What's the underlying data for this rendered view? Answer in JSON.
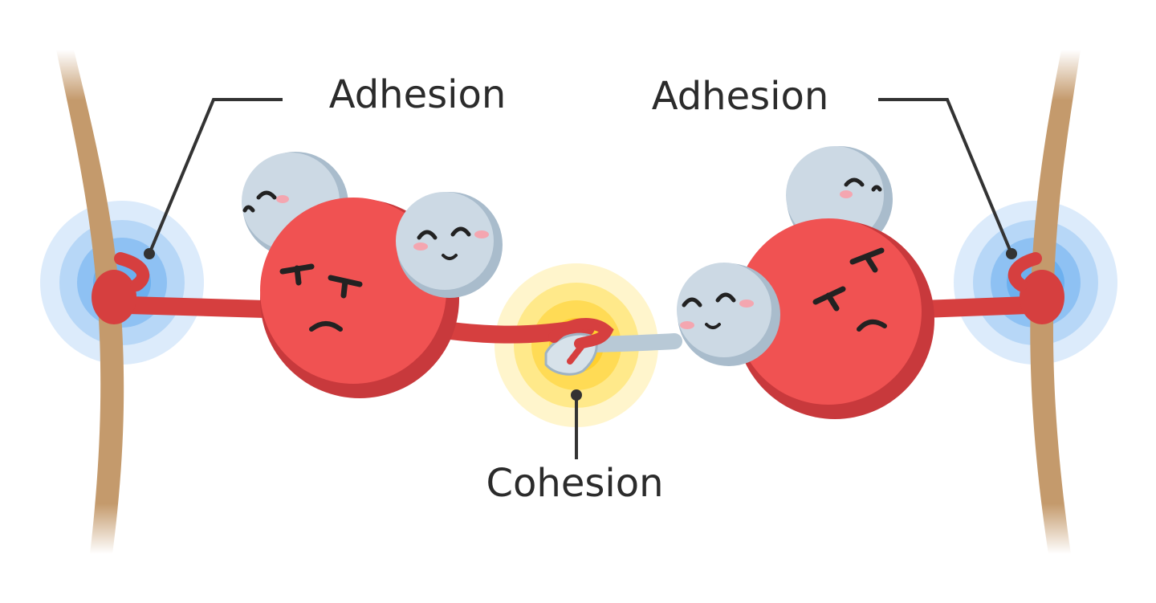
{
  "labels": {
    "adhesion_left": "Adhesion",
    "adhesion_right": "Adhesion",
    "cohesion": "Cohesion"
  },
  "colors": {
    "oxygen": "#f05252",
    "oxygen_shadow": "#c8393c",
    "hydrogen": "#ccd9e4",
    "hydrogen_shadow": "#a9bccc",
    "arm_red": "#d63f3f",
    "arm_blue": "#b8c9d6",
    "fiber": "#c49a6c",
    "adhesion_glow": "#5aa8f0",
    "cohesion_glow": "#ffd23f",
    "leader_line": "#333333"
  },
  "icons": {
    "left_fiber": "fiber-strand",
    "right_fiber": "fiber-strand",
    "left_molecule": "water-molecule",
    "right_molecule": "water-molecule",
    "bond": "handshake-icon"
  }
}
